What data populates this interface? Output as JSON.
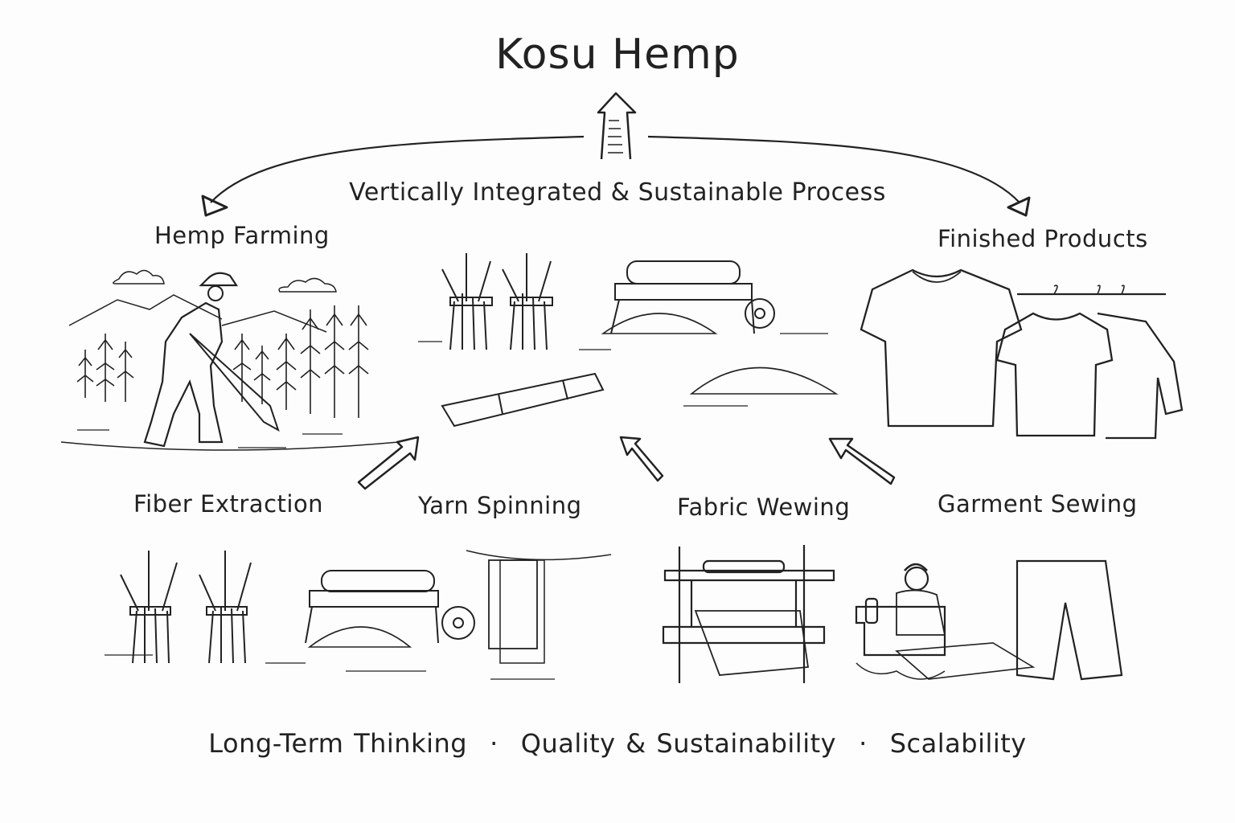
{
  "title": "Kosu Hemp",
  "subtitle": "Vertically Integrated & Sustainable Process",
  "top_labels": {
    "left": "Hemp Farming",
    "right": "Finished Products"
  },
  "process_steps": [
    {
      "label": "Fiber Extraction"
    },
    {
      "label": "Yarn Spinning"
    },
    {
      "label": "Fabric Wewing"
    },
    {
      "label": "Garment Sewing"
    }
  ],
  "footer": {
    "items": [
      "Long-Term Thinking",
      "Quality & Sustainability",
      "Scalability"
    ],
    "separator": "·"
  },
  "illustrations": {
    "farming": "farmer-with-hoe-in-hemp-field",
    "processing": "hemp-bundles-decorticator-fiber-pile",
    "products": "t-shirts-and-hoodie-on-rack",
    "extraction": "hemp-sheaves-and-decorticator",
    "spinning": "fabric-hanging-on-line",
    "weaving": "loom-with-fabric",
    "sewing": "woman-at-sewing-machine-with-trousers"
  },
  "colors": {
    "ink": "#222222",
    "background": "#fdfdfd"
  }
}
